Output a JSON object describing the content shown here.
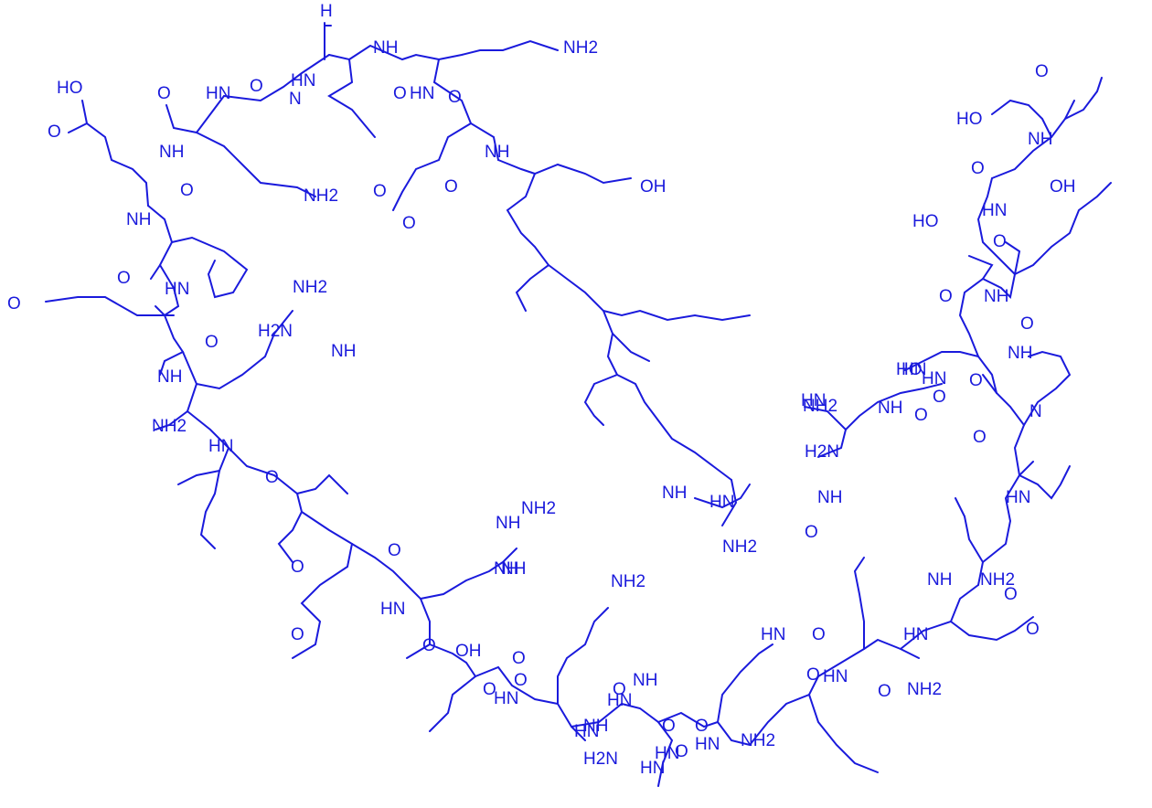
{
  "colors": {
    "ink": "#1a1adc",
    "background": "#ffffff"
  },
  "labels": [
    "HO",
    "O",
    "NH",
    "O",
    "HN",
    "O",
    "HN",
    "N",
    "H",
    "O",
    "NH",
    "O",
    "NH2",
    "O",
    "HN",
    "O",
    "O",
    "NH",
    "NH2",
    "O",
    "OH",
    "NH",
    "O",
    "HN",
    "O",
    "NH2",
    "H2N",
    "O",
    "NH",
    "NH2",
    "NH",
    "HN",
    "O",
    "NH",
    "NH2",
    "NH",
    "O",
    "OH",
    "O",
    "O",
    "NH",
    "NH2",
    "HN",
    "O",
    "HN",
    "H2N",
    "NH",
    "HN",
    "NH2",
    "NH2",
    "HO",
    "O",
    "HO",
    "NH",
    "O",
    "OH",
    "HO",
    "HN",
    "O",
    "O",
    "NH",
    "O",
    "O",
    "NH",
    "HN",
    "NH",
    "HN",
    "N",
    "H2N",
    "O",
    "HN",
    "NH2",
    "O",
    "O",
    "HN",
    "NH",
    "HN",
    "O",
    "O",
    "NH2",
    "NH",
    "O",
    "O",
    "HN",
    "O",
    "NH",
    "HN",
    "O",
    "NH2",
    "NH",
    "HN",
    "O",
    "O",
    "O",
    "HN",
    "O",
    "HN",
    "O",
    "HN",
    "O",
    "HN",
    "O",
    "O",
    "OH",
    "O"
  ]
}
